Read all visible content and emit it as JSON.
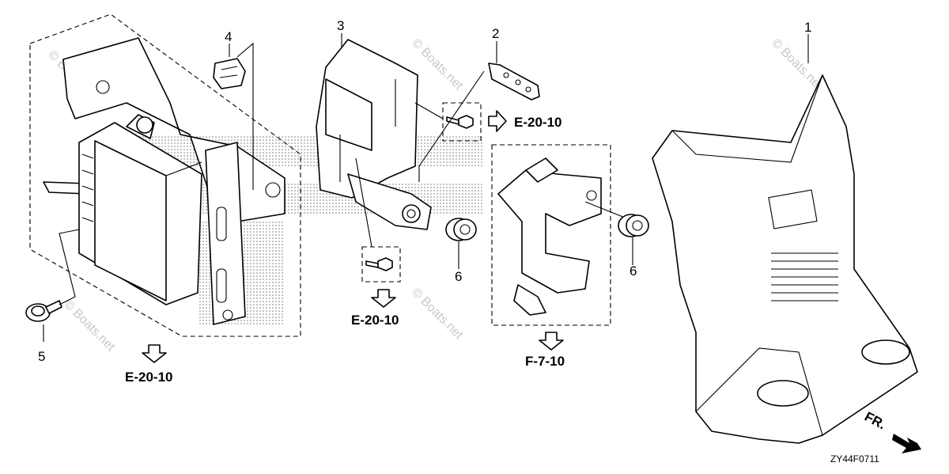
{
  "callouts": [
    "1",
    "2",
    "3",
    "4",
    "5",
    "6",
    "6"
  ],
  "references": [
    "E-20-10",
    "E-20-10",
    "E-20-10",
    "F-7-10"
  ],
  "direction_label": "FR.",
  "diagram_code": "ZY44F0711",
  "watermark": "© Boats.net"
}
